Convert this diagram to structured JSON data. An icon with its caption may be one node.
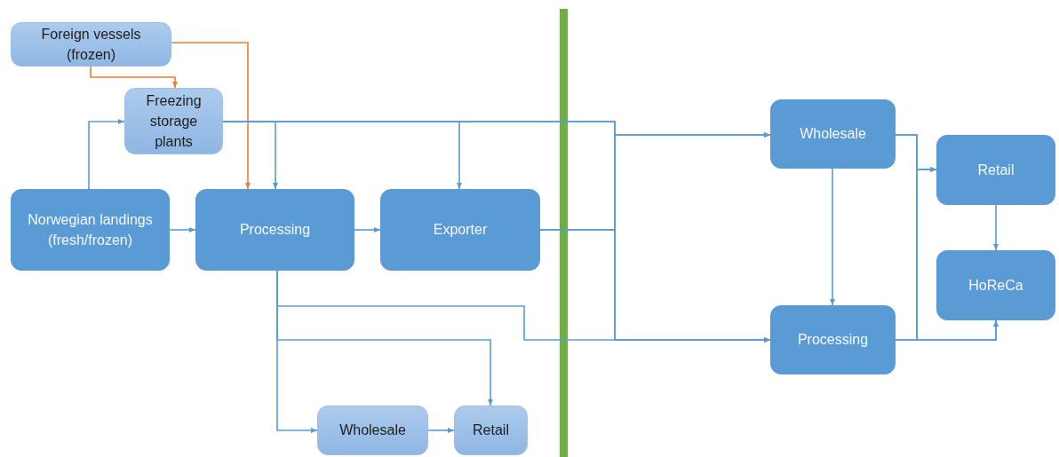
{
  "diagram": {
    "nodes": [
      {
        "text": [
          "Foreign vessels (frozen)"
        ]
      },
      {
        "text": [
          "Freezing storage plants"
        ]
      },
      {
        "text": [
          "Norwegian landings (fresh/frozen)"
        ]
      },
      {
        "text": [
          "Processing"
        ]
      },
      {
        "text": [
          "Exporter"
        ]
      },
      {
        "text": [
          "Wholesale"
        ]
      },
      {
        "text": [
          "Retail"
        ]
      },
      {
        "text": [
          "Wholesale"
        ]
      },
      {
        "text": [
          "Processing"
        ]
      },
      {
        "text": [
          "Retail"
        ]
      },
      {
        "text": [
          "HoReCa"
        ]
      }
    ],
    "edges": [
      {
        "from": 0,
        "to": 1,
        "arrow": "to",
        "color": "#ed7d31"
      },
      {
        "from": 0,
        "to": 3,
        "arrow": "to",
        "color": "#ed7d31"
      },
      {
        "from": 2,
        "to": 1,
        "arrow": "to"
      },
      {
        "from": 2,
        "to": 3,
        "arrow": "to"
      },
      {
        "from": 1,
        "to": 3,
        "arrow": "to"
      },
      {
        "from": 1,
        "to": 4,
        "arrow": "to"
      },
      {
        "from": 1,
        "to": 7,
        "arrow": "to"
      },
      {
        "from": 1,
        "to": 8,
        "arrow": "to"
      },
      {
        "from": 3,
        "to": 4,
        "arrow": "to"
      },
      {
        "from": 4,
        "to": 7,
        "arrow": "to"
      },
      {
        "from": 4,
        "to": 8,
        "arrow": "to"
      },
      {
        "from": 3,
        "to": 8,
        "arrow": "to"
      },
      {
        "from": 3,
        "to": 6,
        "arrow": "to"
      },
      {
        "from": 3,
        "to": 5,
        "arrow": "to"
      },
      {
        "from": 5,
        "to": 6,
        "arrow": "to"
      },
      {
        "from": 7,
        "to": 8,
        "arrow": "to"
      },
      {
        "from": 7,
        "to": 9,
        "arrow": "to"
      },
      {
        "from": 7,
        "to": 10,
        "arrow": "to"
      },
      {
        "from": 8,
        "to": 9,
        "arrow": "to"
      },
      {
        "from": 8,
        "to": 10,
        "arrow": "to"
      },
      {
        "from": 9,
        "to": 10,
        "arrow": "to"
      }
    ]
  }
}
